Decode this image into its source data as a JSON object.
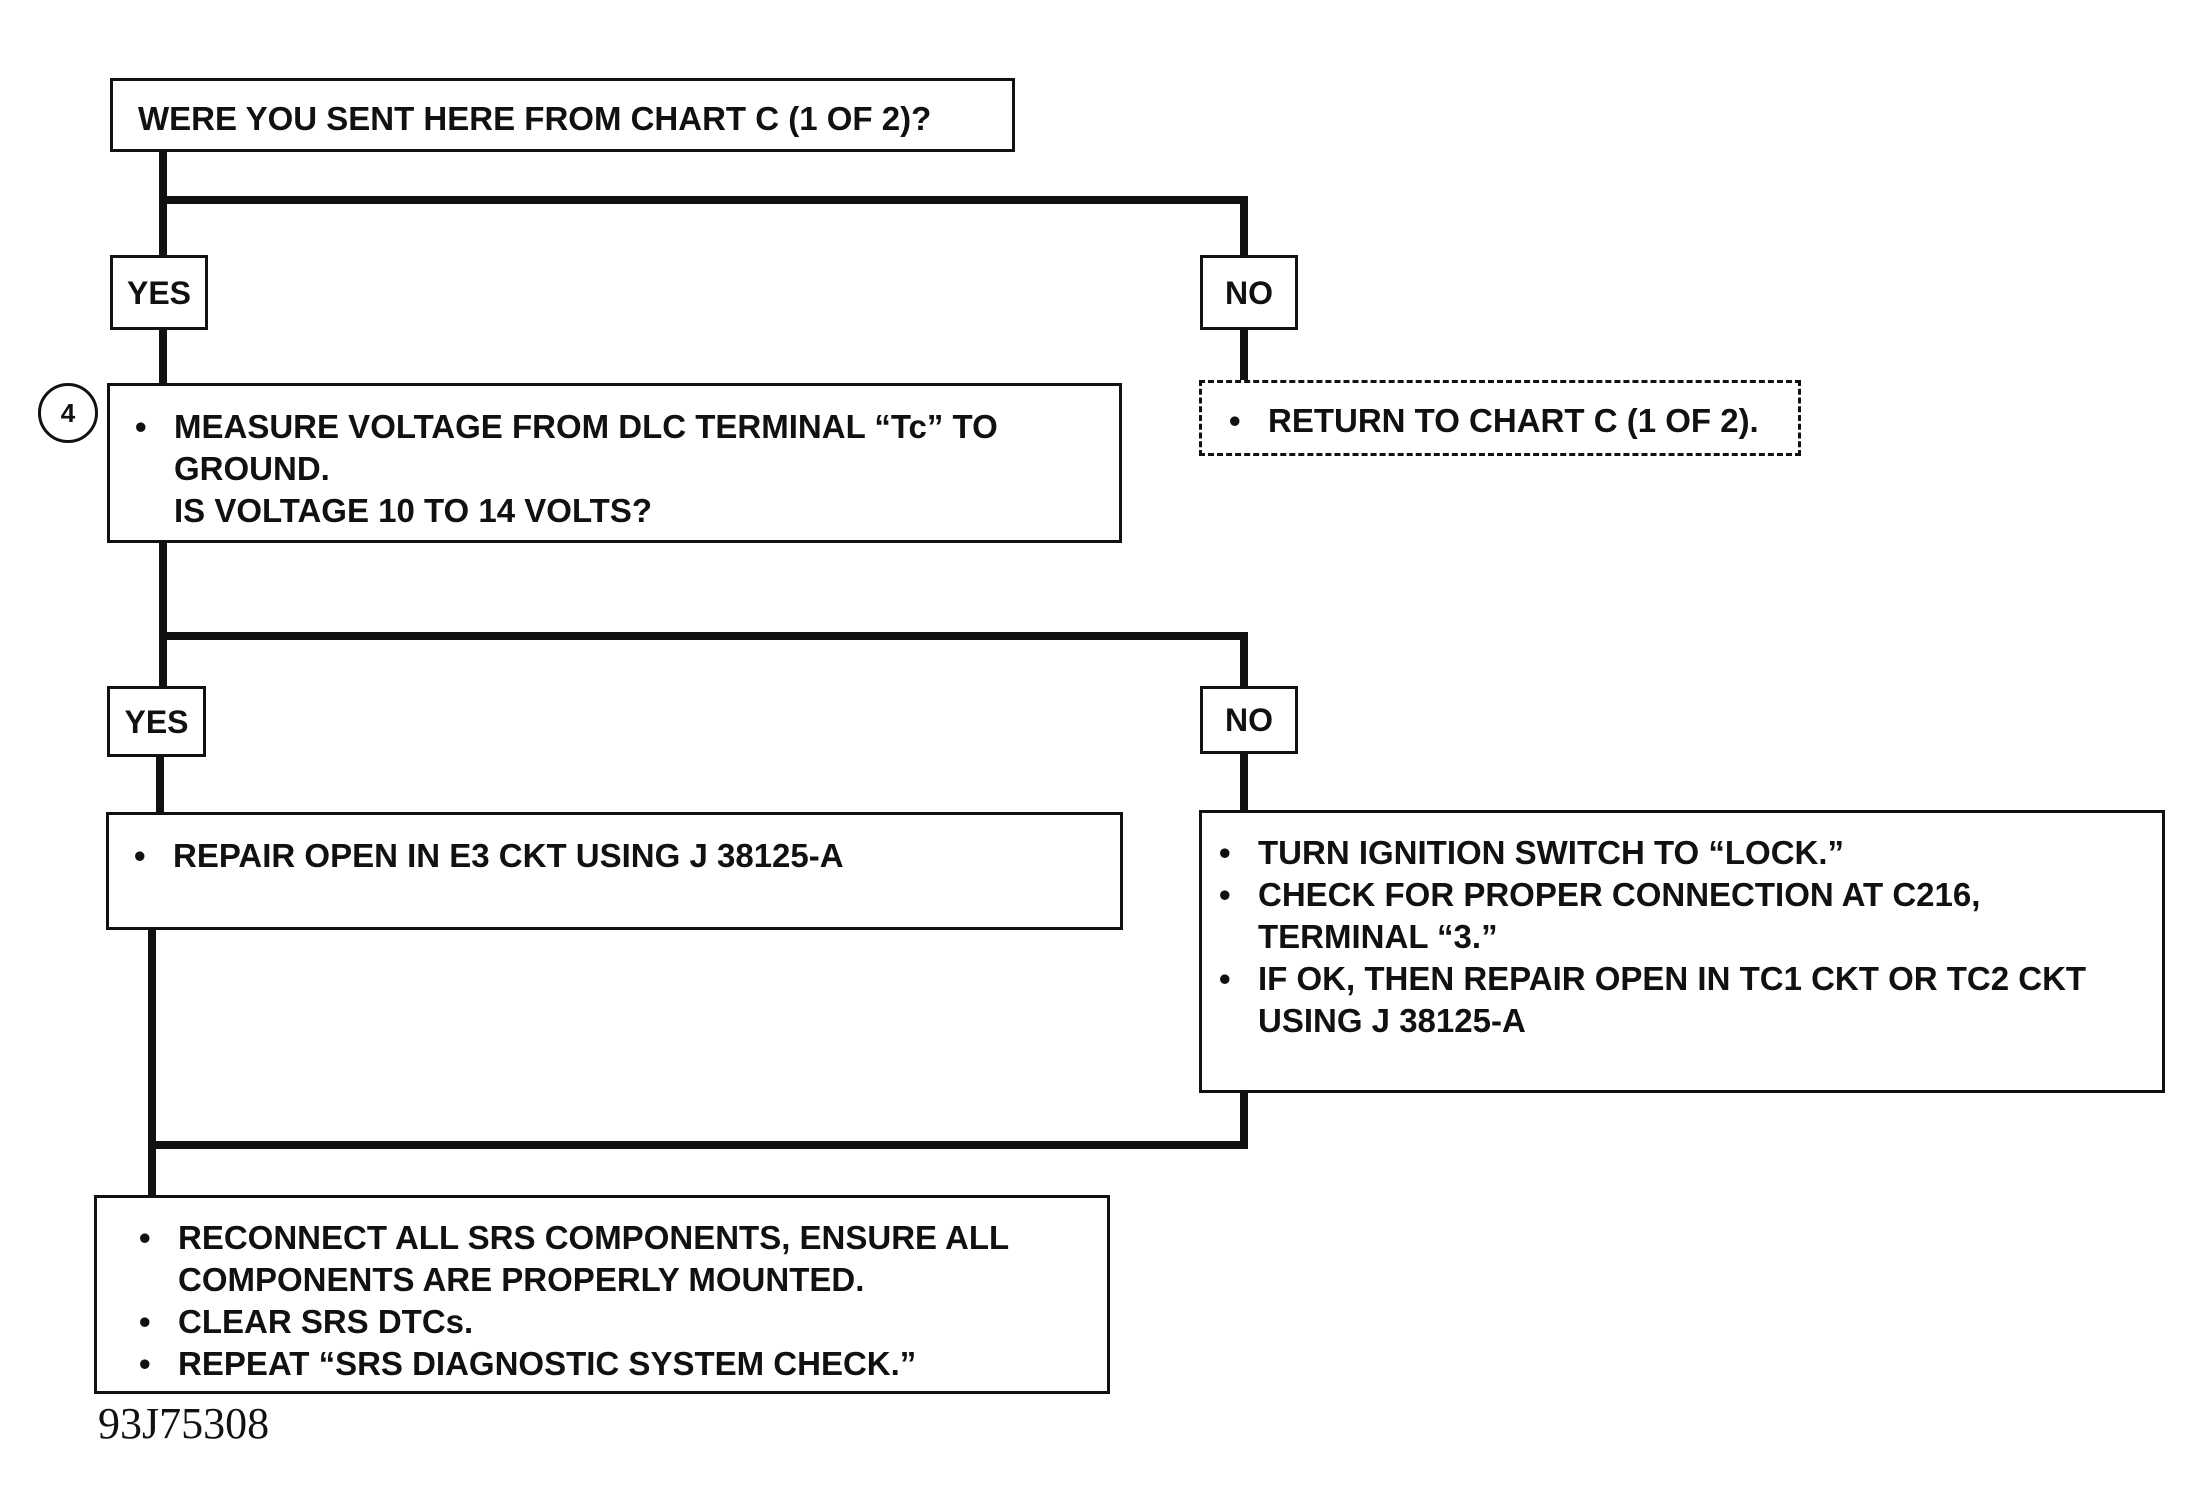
{
  "question_1": "WERE YOU SENT HERE FROM CHART C (1 OF 2)?",
  "branch_1": {
    "yes": "YES",
    "no": "NO"
  },
  "step_number": "4",
  "step_4": {
    "line1": "MEASURE VOLTAGE FROM DLC TERMINAL “Tc” TO",
    "line2": "GROUND.",
    "line3": "IS VOLTAGE 10 TO 14 VOLTS?"
  },
  "return_action": "RETURN TO CHART C (1 OF 2).",
  "branch_2": {
    "yes": "YES",
    "no": "NO"
  },
  "repair_e3": "REPAIR OPEN IN E3 CKT USING J 38125-A",
  "no_actions": [
    "TURN IGNITION SWITCH TO “LOCK.”",
    "CHECK FOR PROPER CONNECTION AT C216, TERMINAL “3.”",
    "IF OK, THEN REPAIR OPEN IN TC1 CKT OR TC2 CKT USING J 38125-A"
  ],
  "final_actions": [
    "RECONNECT ALL SRS COMPONENTS, ENSURE ALL COMPONENTS ARE PROPERLY MOUNTED.",
    "CLEAR SRS DTCs.",
    "REPEAT “SRS DIAGNOSTIC SYSTEM CHECK.”"
  ],
  "figure_id": "93J75308"
}
